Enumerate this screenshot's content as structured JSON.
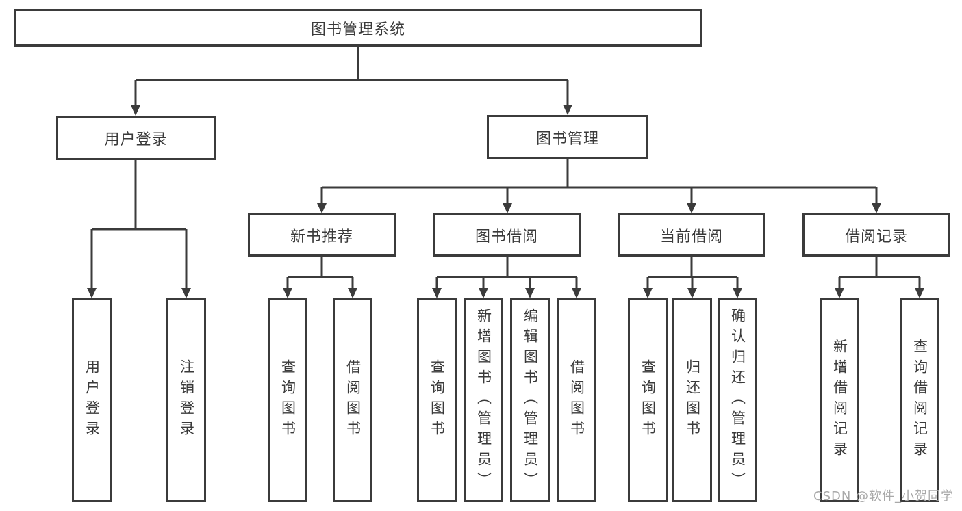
{
  "nodes": {
    "root": "图书管理系统",
    "user_login": "用户登录",
    "book_mgmt": "图书管理",
    "new_books": "新书推荐",
    "book_borrow": "图书借阅",
    "current_borrow": "当前借阅",
    "borrow_records": "借阅记录",
    "leaves": {
      "user_login": [
        "用户登录",
        "注销登录"
      ],
      "new_books": [
        "查询图书",
        "借阅图书"
      ],
      "book_borrow": [
        "查询图书",
        "新增图书（管理员）",
        "编辑图书（管理员）",
        "借阅图书"
      ],
      "current_borrow": [
        "查询图书",
        "归还图书",
        "确认归还（管理员）"
      ],
      "borrow_records": [
        "新增借阅记录",
        "查询借阅记录"
      ]
    }
  },
  "watermark": "CSDN @软件_小贺同学",
  "colors": {
    "line": "#3b3b3b",
    "text": "#3a3a3a",
    "watermark": "#a9a9a9",
    "background": "#ffffff"
  }
}
